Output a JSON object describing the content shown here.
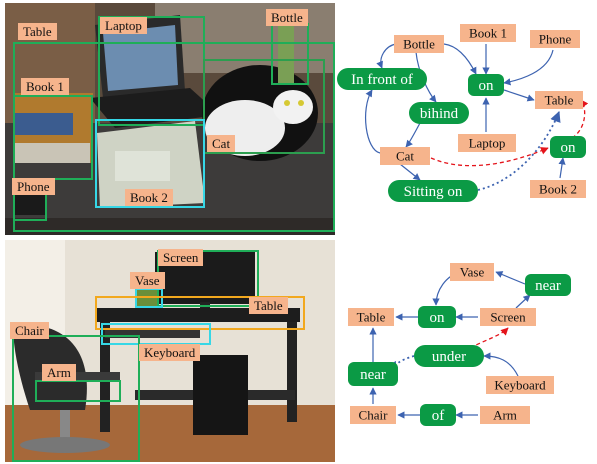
{
  "scene_1": {
    "image_labels": {
      "table": "Table",
      "laptop": "Laptop",
      "bottle": "Bottle",
      "book1": "Book 1",
      "cat": "Cat",
      "book2": "Book 2",
      "phone": "Phone"
    },
    "graph": {
      "nodes": {
        "bottle": "Bottle",
        "book1": "Book 1",
        "phone": "Phone",
        "table": "Table",
        "laptop": "Laptop",
        "cat": "Cat",
        "book2": "Book 2"
      },
      "relations": {
        "in_front_of": "In front of",
        "on_main": "on",
        "bihind": "bihind",
        "sitting_on": "Sitting on",
        "on_right": "on"
      }
    }
  },
  "scene_2": {
    "image_labels": {
      "screen": "Screen",
      "vase": "Vase",
      "table": "Table",
      "chair": "Chair",
      "keyboard": "Keyboard",
      "arm": "Arm"
    },
    "graph": {
      "nodes": {
        "vase": "Vase",
        "table": "Table",
        "screen": "Screen",
        "keyboard": "Keyboard",
        "chair": "Chair",
        "arm": "Arm"
      },
      "relations": {
        "near_top": "near",
        "on": "on",
        "under": "under",
        "near_left": "near",
        "of": "of"
      }
    }
  },
  "colors": {
    "object_node": "#f6b48c",
    "relation_node": "#0b9a45",
    "relation_text": "#ffffff",
    "edge": "#3d63b0",
    "new_edge": "#e4141b",
    "bbox_green": "#1fae58",
    "bbox_cyan": "#36d7e6",
    "bbox_orange": "#f2a81e"
  }
}
